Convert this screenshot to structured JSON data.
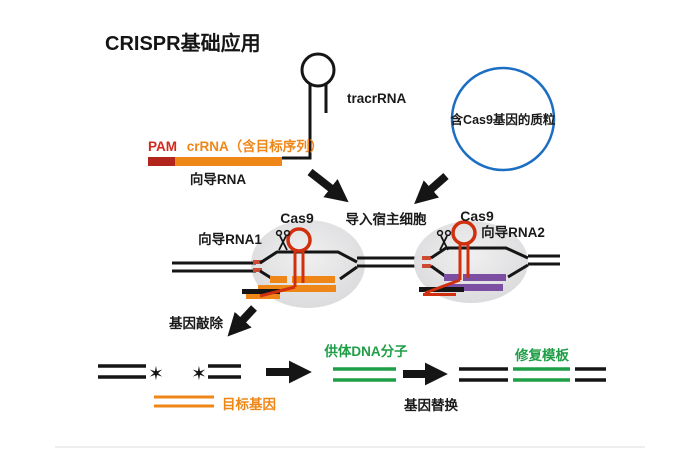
{
  "title": "CRISPR基础应用",
  "top": {
    "tracrrna_label": "tracrRNA",
    "plasmid_label": "含Cas9基因的质粒",
    "pam_label": "PAM",
    "crrna_label": "crRNA（含目标序列）",
    "guide_rna_label": "向导RNA"
  },
  "middle": {
    "deliver_label": "导入宿主细胞",
    "left_complex": {
      "cas9_label": "Cas9",
      "guide_label": "向导RNA1"
    },
    "right_complex": {
      "cas9_label": "Cas9",
      "guide_label": "向导RNA2"
    }
  },
  "bottom": {
    "knockout_label": "基因敲除",
    "break_marker": "✶",
    "target_gene_label": "目标基因",
    "donor_dna_label": "供体DNA分子",
    "replace_label": "基因替换",
    "repair_template_label": "修复模板"
  },
  "colors": {
    "ink": "#151515",
    "pam_red": "#d5281c",
    "dark_red_bar": "#b2251c",
    "orange": "#ef8718",
    "hairpin_red": "#d0300e",
    "purple": "#7c4fa2",
    "plasmid_blue": "#1b6ec2",
    "green": "#1e9e46",
    "cell_gray": "#e5e5e7"
  }
}
